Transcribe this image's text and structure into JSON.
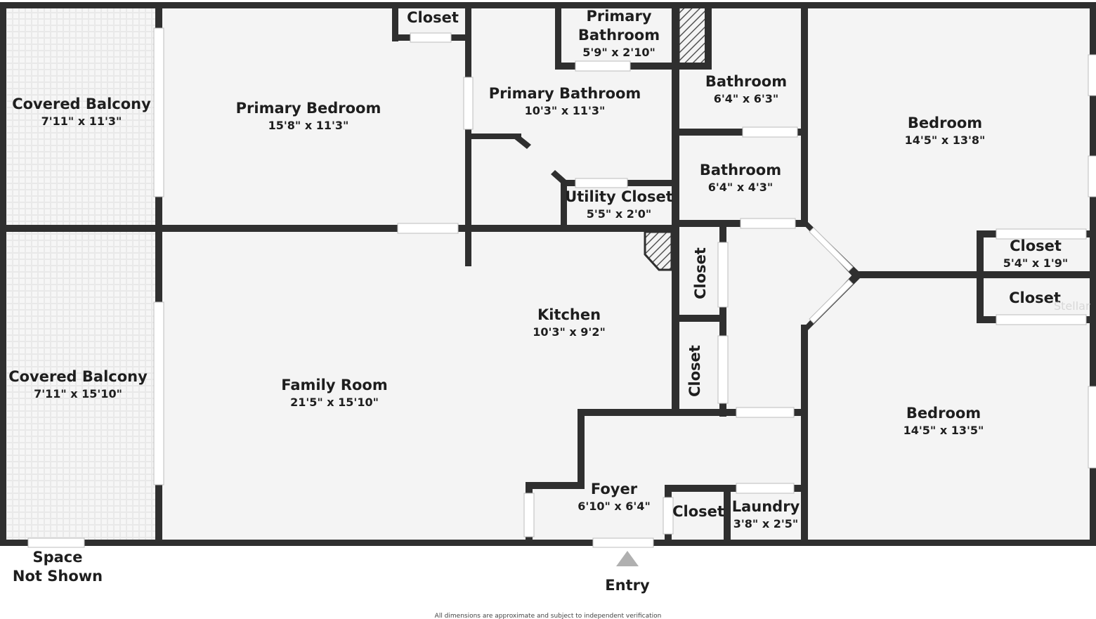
{
  "rooms": {
    "covered_balcony_top": {
      "name": "Covered Balcony",
      "dims": "7'11\" x 11'3\""
    },
    "primary_bedroom": {
      "name": "Primary Bedroom",
      "dims": "15'8\" x 11'3\""
    },
    "closet_top": {
      "name": "Closet"
    },
    "primary_bathroom_small": {
      "name_line1": "Primary",
      "name_line2": "Bathroom",
      "dims": "5'9\" x 2'10\""
    },
    "primary_bathroom": {
      "name": "Primary Bathroom",
      "dims": "10'3\" x 11'3\""
    },
    "bathroom_upper": {
      "name": "Bathroom",
      "dims": "6'4\" x 6'3\""
    },
    "bathroom_lower": {
      "name": "Bathroom",
      "dims": "6'4\" x 4'3\""
    },
    "utility_closet": {
      "name": "Utility Closet",
      "dims": "5'5\" x 2'0\""
    },
    "bedroom_top": {
      "name": "Bedroom",
      "dims": "14'5\" x 13'8\""
    },
    "closet_right_top": {
      "name": "Closet",
      "dims": "5'4\" x 1'9\""
    },
    "closet_right_bottom": {
      "name": "Closet"
    },
    "closet_hall_upper": {
      "name": "Closet"
    },
    "closet_hall_lower": {
      "name": "Closet"
    },
    "kitchen": {
      "name": "Kitchen",
      "dims": "10'3\" x 9'2\""
    },
    "covered_balcony_bottom": {
      "name": "Covered Balcony",
      "dims": "7'11\" x 15'10\""
    },
    "family_room": {
      "name": "Family Room",
      "dims": "21'5\" x 15'10\""
    },
    "bedroom_bottom": {
      "name": "Bedroom",
      "dims": "14'5\" x 13'5\""
    },
    "foyer": {
      "name": "Foyer",
      "dims": "6'10\" x 6'4\""
    },
    "closet_foyer": {
      "name": "Closet"
    },
    "laundry": {
      "name": "Laundry",
      "dims": "3'8\" x 2'5\""
    }
  },
  "labels": {
    "space_line1": "Space",
    "space_line2": "Not Shown",
    "entry": "Entry",
    "disclaimer": "All dimensions are approximate and subject to independent verification",
    "watermark": "Stellar"
  },
  "colors": {
    "wall": "#2f2f2f",
    "floor": "#f4f4f4",
    "balcony_tile": "#e4e4e4",
    "entry_arrow": "#b0b0b0"
  }
}
